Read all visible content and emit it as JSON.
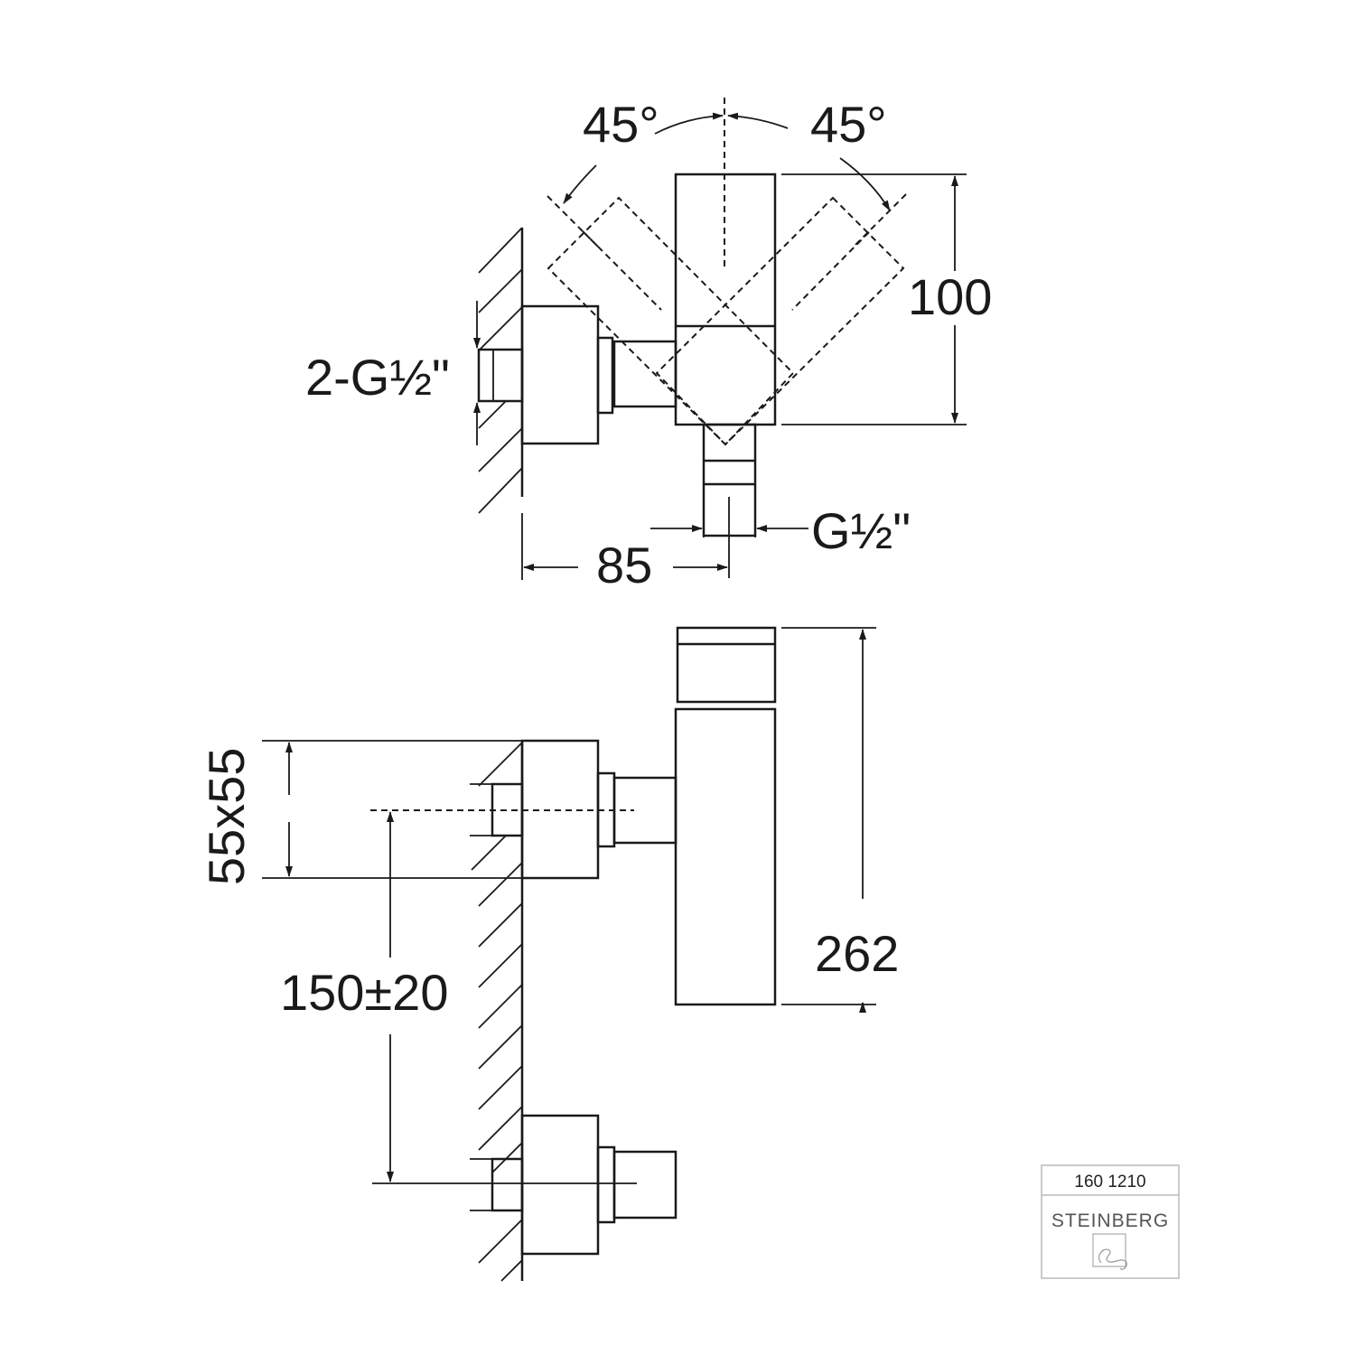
{
  "top_view": {
    "angle_left": "45°",
    "angle_right": "45°",
    "height_dim": "100",
    "inlet_thread": "2-G½\"",
    "outlet_thread": "G½\"",
    "depth_dim": "85"
  },
  "side_view": {
    "escutcheon_dim": "55x55",
    "center_distance": "150±20",
    "total_height": "262"
  },
  "title_block": {
    "article_number": "160 1210",
    "brand": "STEINBERG"
  }
}
